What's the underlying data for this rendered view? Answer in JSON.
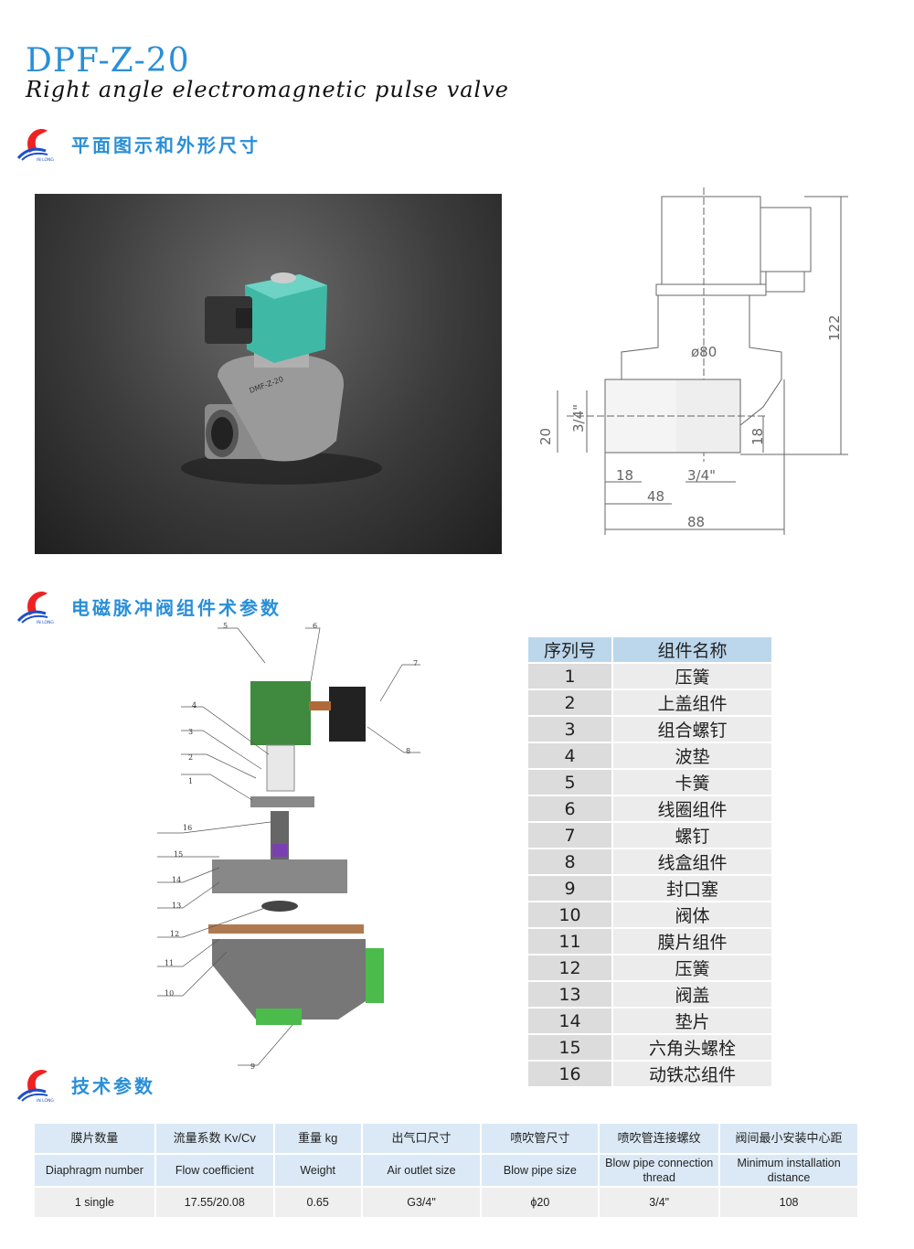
{
  "header": {
    "model": "DPF-Z-20",
    "subtitle": "Right angle electromagnetic pulse valve"
  },
  "logo": {
    "text": "IN LONG"
  },
  "sections": {
    "drawing": "平面图示和外形尺寸",
    "components": "电磁脉冲阀组件术参数",
    "tech": "技术参数"
  },
  "drawing_dims": {
    "d80": "ø80",
    "h122": "122",
    "d20": "20",
    "d34v": "3/4\"",
    "d18v": "18",
    "d18": "18",
    "d34": "3/4\"",
    "d48": "48",
    "d88": "88"
  },
  "photo": {
    "label": "DMF-Z-20"
  },
  "exploded_labels": [
    "1",
    "2",
    "3",
    "4",
    "5",
    "6",
    "7",
    "8",
    "9",
    "10",
    "11",
    "12",
    "13",
    "14",
    "15",
    "16"
  ],
  "parts_table": {
    "headers": [
      "序列号",
      "组件名称"
    ],
    "rows": [
      [
        "1",
        "压簧"
      ],
      [
        "2",
        "上盖组件"
      ],
      [
        "3",
        "组合螺钉"
      ],
      [
        "4",
        "波垫"
      ],
      [
        "5",
        "卡簧"
      ],
      [
        "6",
        "线圈组件"
      ],
      [
        "7",
        "螺钉"
      ],
      [
        "8",
        "线盒组件"
      ],
      [
        "9",
        "封口塞"
      ],
      [
        "10",
        "阀体"
      ],
      [
        "11",
        "膜片组件"
      ],
      [
        "12",
        "压簧"
      ],
      [
        "13",
        "阀盖"
      ],
      [
        "14",
        "垫片"
      ],
      [
        "15",
        "六角头螺栓"
      ],
      [
        "16",
        "动铁芯组件"
      ]
    ]
  },
  "spec_table": {
    "headers_cn": [
      "膜片数量",
      "流量系数 Kv/Cv",
      "重量 kg",
      "出气口尺寸",
      "喷吹管尺寸",
      "喷吹管连接螺纹",
      "阀间最小安装中心距"
    ],
    "headers_en": [
      "Diaphragm number",
      "Flow coefficient",
      "Weight",
      "Air outlet size",
      "Blow pipe size",
      "Blow pipe connection thread",
      "Minimum installation distance"
    ],
    "values": [
      "1 single",
      "17.55/20.08",
      "0.65",
      "G3/4\"",
      "ϕ20",
      "3/4\"",
      "108"
    ]
  },
  "colors": {
    "accent": "#2a8fd6",
    "table_header": "#bcd7ec"
  }
}
